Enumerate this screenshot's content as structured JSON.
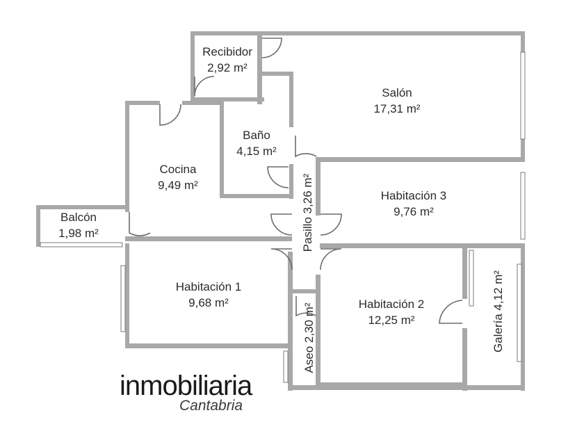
{
  "rooms": {
    "recibidor": {
      "name": "Recibidor",
      "area": "2,92 m²"
    },
    "salon": {
      "name": "Salón",
      "area": "17,31 m²"
    },
    "bano": {
      "name": "Baño",
      "area": "4,15 m²"
    },
    "cocina": {
      "name": "Cocina",
      "area": "9,49 m²"
    },
    "pasillo": {
      "label": "Pasillo 3,26 m²"
    },
    "habitacion3": {
      "name": "Habitación 3",
      "area": "9,76 m²"
    },
    "balcon": {
      "name": "Balcón",
      "area": "1,98 m²"
    },
    "habitacion1": {
      "name": "Habitación 1",
      "area": "9,68 m²"
    },
    "aseo": {
      "label": "Aseo 2,30 m²"
    },
    "habitacion2": {
      "name": "Habitación 2",
      "area": "12,25 m²"
    },
    "galeria": {
      "label": "Galería 4,12 m²"
    }
  },
  "logo": {
    "main": "inmobiliaria",
    "sub": "Cantabria"
  },
  "colors": {
    "walls": "#a8a8a8",
    "text": "#2b2b2b"
  }
}
